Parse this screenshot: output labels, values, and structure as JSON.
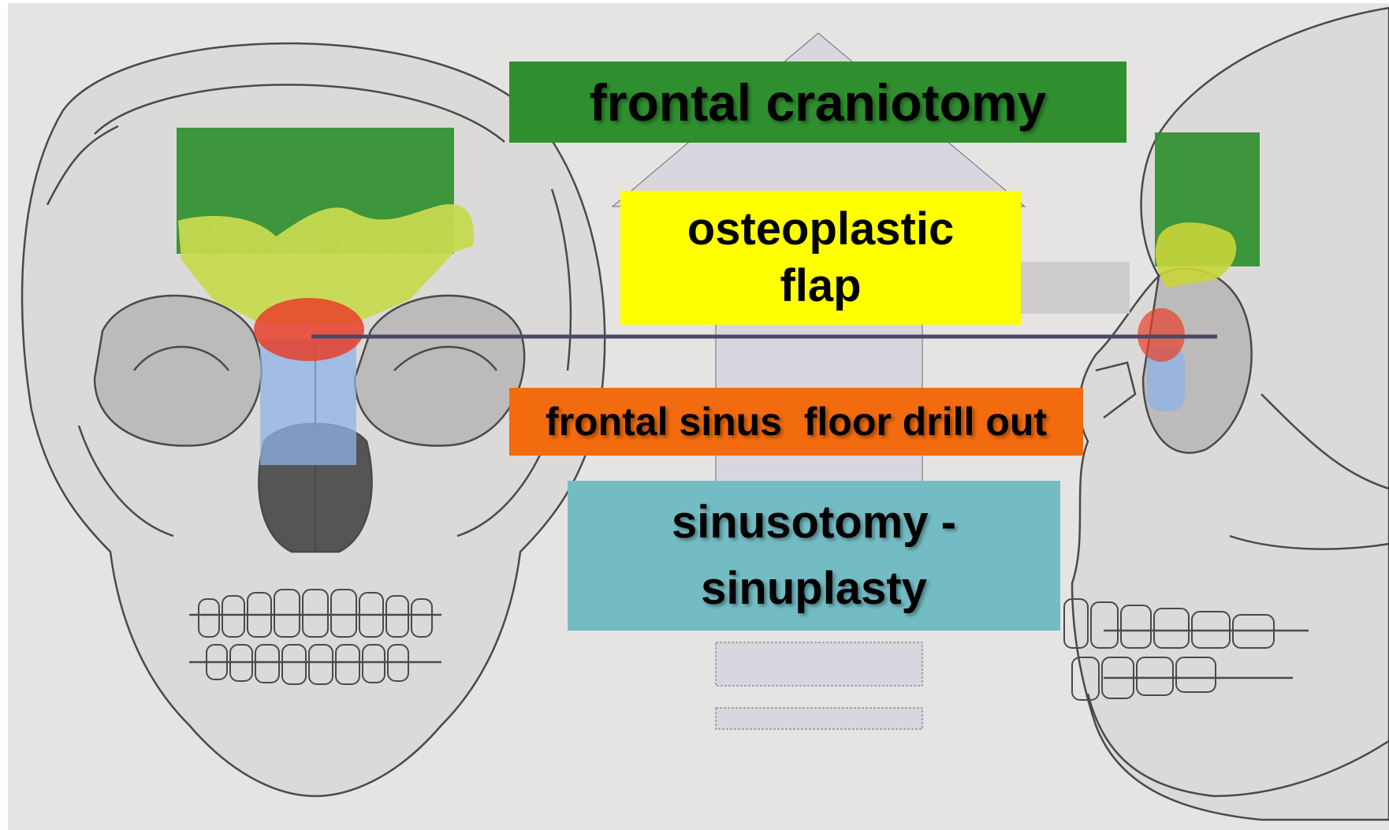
{
  "labels": {
    "frontal_craniotomy": "frontal craniotomy",
    "osteoplastic_flap_line1": "osteoplastic",
    "osteoplastic_flap_line2": "flap",
    "drill_out": "frontal sinus  floor drill out",
    "sinusotomy_line1": "sinusotomy -",
    "sinusotomy_line2": "sinuplasty"
  },
  "colors": {
    "background": "#e6e4e3",
    "craniotomy_green": "#2f8f2f",
    "flap_yellow": "#ffff00",
    "drill_orange": "#f26b0f",
    "sinusotomy_teal": "#73bcc4",
    "sinus_red": "#e8402a",
    "sinus_blue": "#8fb2e6",
    "axis_line": "#4a4868",
    "arrow_fill": "#d6d2de"
  },
  "icons": [
    "skull-front-view",
    "skull-side-view",
    "up-arrow"
  ]
}
